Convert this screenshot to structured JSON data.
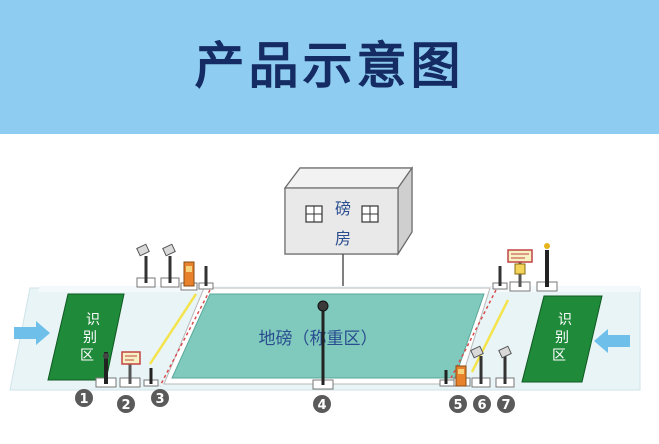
{
  "title": "产品示意图",
  "house_label": [
    "磅",
    "房"
  ],
  "scale_label": "地磅（称重区）",
  "left_zone_label": [
    "识",
    "别",
    "区"
  ],
  "right_zone_label": [
    "识",
    "别",
    "区"
  ],
  "markers": [
    "1",
    "2",
    "3",
    "4",
    "5",
    "6",
    "7"
  ],
  "colors": {
    "banner": "#8ecdf1",
    "title": "#152b63",
    "zone": "#1f8a3a",
    "scale": "#7fc9bd",
    "arrow": "#6ec0ea",
    "laser": "#f4e34a",
    "redline": "#d94c4c"
  }
}
